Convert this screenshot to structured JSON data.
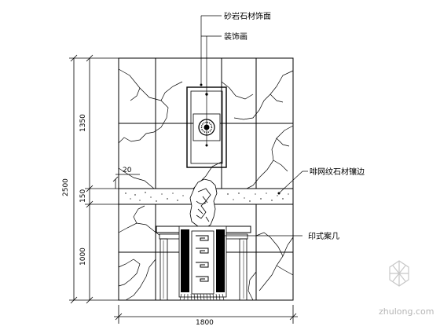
{
  "dimensions": {
    "overall_height": "2500",
    "upper_height": "1350",
    "band_height": "150",
    "lower_height": "1000",
    "total_width": "1800",
    "offset": "20"
  },
  "labels": {
    "frame_top": "砂岩石材饰面",
    "art_piece": "装饰画",
    "band": "啡网纹石材镶边",
    "table": "印式案几"
  },
  "watermark": "zhulong.com"
}
